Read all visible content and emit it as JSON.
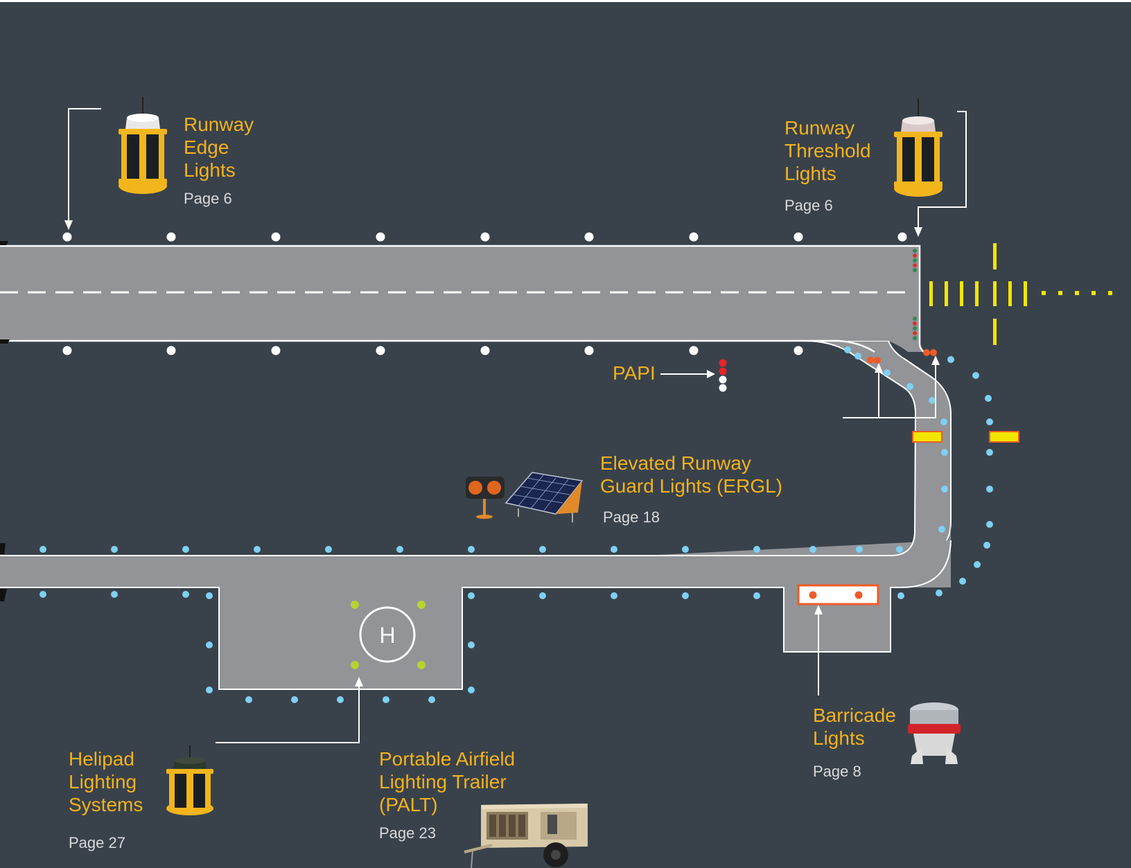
{
  "callouts": {
    "runway_edge": {
      "title": "Runway\nEdge\nLights",
      "page": "Page 6"
    },
    "runway_threshold": {
      "title": "Runway\nThreshold\nLights",
      "page": "Page 6"
    },
    "papi": {
      "title": "PAPI"
    },
    "ergl": {
      "title": "Elevated Runway\nGuard Lights (ERGL)",
      "page": "Page 18"
    },
    "barricade": {
      "title": "Barricade\nLights",
      "page": "Page 8"
    },
    "helipad": {
      "title": "Helipad\nLighting\nSystems",
      "page": "Page 27"
    },
    "palt": {
      "title": "Portable Airfield\nLighting Trailer\n(PALT)",
      "page": "Page 23"
    }
  },
  "helipad_marker": "H",
  "icons": {
    "edge_light": "runway-edge-light-icon",
    "threshold_light": "runway-threshold-light-icon",
    "ergl": "ergl-unit-icon",
    "barricade": "barricade-light-icon",
    "helipad": "helipad-light-icon",
    "trailer": "lighting-trailer-icon"
  },
  "colors": {
    "background": "#39424b",
    "pavement": "#929497",
    "label": "#f3b21b",
    "page_ref": "#d9d9d9",
    "taxiway_light": "#7fd0f2",
    "runway_light": "#ffffff",
    "marking_yellow": "#f2e600",
    "papi_red": "#e8232a",
    "threshold_green": "#2f8a4f",
    "barricade_orange": "#ef5b25",
    "helipad_green": "#b5d334"
  }
}
